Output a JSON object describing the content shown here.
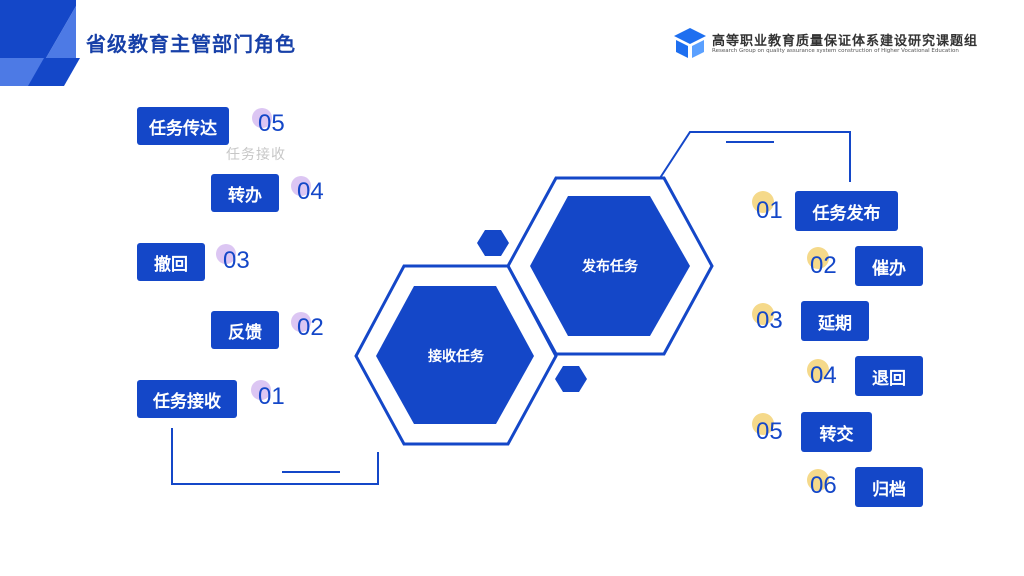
{
  "header": {
    "title": "省级教育主管部门角色",
    "logo_title": "高等职业教育质量保证体系建设研究课题组",
    "logo_subtitle": "Research Group on quality assurance system construction of Higher Vocational Education"
  },
  "colors": {
    "primary": "#1447c8",
    "accent_blue": "#2a57d6",
    "dot_purple": "#dcc6f3",
    "dot_yellow": "#f5d98a"
  },
  "center": {
    "receive_hex": "接收任务",
    "publish_hex": "发布任务"
  },
  "left_items": [
    {
      "label": "任务传达",
      "num": "05"
    },
    {
      "label": "转办",
      "num": "04"
    },
    {
      "label": "撤回",
      "num": "03"
    },
    {
      "label": "反馈",
      "num": "02"
    },
    {
      "label": "任务接收",
      "num": "01"
    }
  ],
  "ghost_text": "任务接收",
  "right_items": [
    {
      "label": "任务发布",
      "num": "01"
    },
    {
      "label": "催办",
      "num": "02"
    },
    {
      "label": "延期",
      "num": "03"
    },
    {
      "label": "退回",
      "num": "04"
    },
    {
      "label": "转交",
      "num": "05"
    },
    {
      "label": "归档",
      "num": "06"
    }
  ]
}
